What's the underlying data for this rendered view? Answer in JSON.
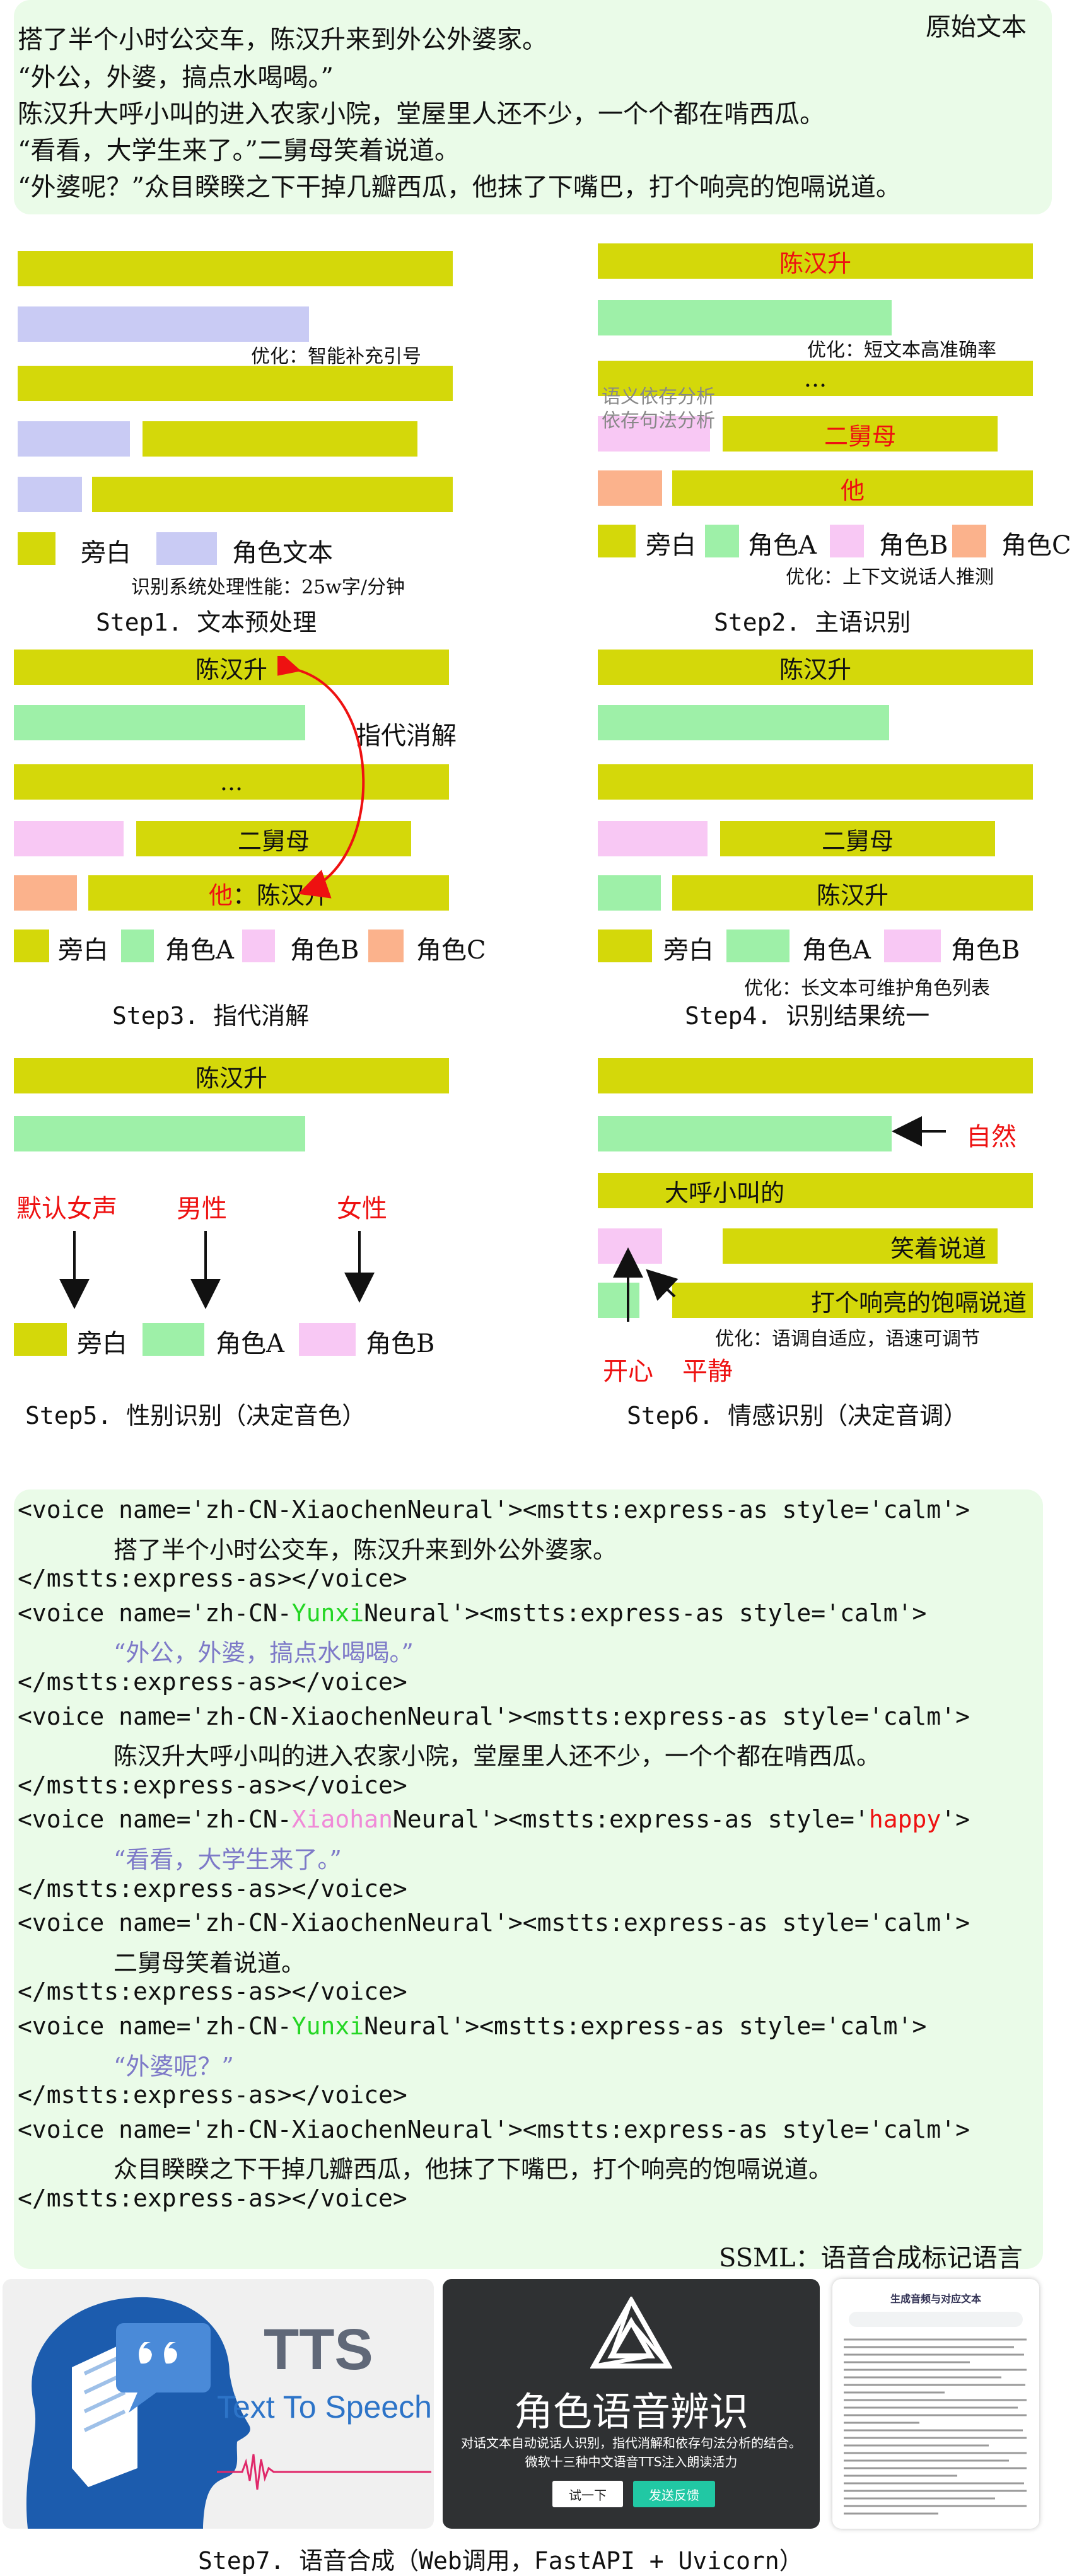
{
  "original": {
    "tag": "原始文本",
    "lines": [
      "搭了半个小时公交车，陈汉升来到外公外婆家。",
      "“外公，外婆，搞点水喝喝。”",
      "陈汉升大呼小叫的进入农家小院，堂屋里人还不少，一个个都在啃西瓜。",
      "“看看，大学生来了。”二舅母笑着说道。",
      "“外婆呢？”众目睽睽之下干掉几瓣西瓜，他抹了下嘴巴，打个响亮的饱嗝说道。"
    ]
  },
  "step1": {
    "caption": "Step1. 文本预处理",
    "note_opt": "优化：智能补充引号",
    "note_perf": "识别系统处理性能：25w字/分钟",
    "legend": [
      "旁白",
      "角色文本"
    ]
  },
  "step2": {
    "caption": "Step2. 主语识别",
    "bar1": "陈汉升",
    "bar2": "二舅母",
    "bar3": "他",
    "dots": "...",
    "note_opt": "优化：短文本高准确率",
    "side1": "语义依存分析",
    "side2": "依存句法分析",
    "note_ctx": "优化：上下文说话人推测",
    "legend": [
      "旁白",
      "角色A",
      "角色B",
      "角色C"
    ]
  },
  "step3": {
    "caption": "Step3. 指代消解",
    "bar1": "陈汉升",
    "dots": "...",
    "bar2": "二舅母",
    "bar3_red": "他",
    "bar3_rest": "：陈汉升",
    "arrow_label": "指代消解",
    "legend": [
      "旁白",
      "角色A",
      "角色B",
      "角色C"
    ]
  },
  "step4": {
    "caption": "Step4. 识别结果统一",
    "bar1": "陈汉升",
    "bar2": "二舅母",
    "bar3": "陈汉升",
    "note_opt": "优化：长文本可维护角色列表",
    "legend": [
      "旁白",
      "角色A",
      "角色B"
    ]
  },
  "step5": {
    "caption": "Step5. 性别识别（决定音色）",
    "bar1": "陈汉升",
    "labels": [
      "默认女声",
      "男性",
      "女性"
    ],
    "legend": [
      "旁白",
      "角色A",
      "角色B"
    ]
  },
  "step6": {
    "caption": "Step6. 情感识别（决定音调）",
    "bar_a": "大呼小叫的",
    "bar_b": "笑着说道",
    "bar_c": "打个响亮的饱嗝说道",
    "emo_natural": "自然",
    "emo_happy": "开心",
    "emo_calm": "平静",
    "note_opt": "优化：语调自适应，语速可调节"
  },
  "ssml": {
    "footer": "SSML：语音合成标记语言",
    "lines": [
      {
        "type": "tag",
        "parts": [
          [
            "<voice name='zh-CN-XiaochenNeural'><mstts:express-as style='calm'>",
            ""
          ]
        ]
      },
      {
        "type": "text",
        "parts": [
          [
            "搭了半个小时公交车，陈汉升来到外公外婆家。",
            ""
          ]
        ]
      },
      {
        "type": "tag",
        "parts": [
          [
            "</mstts:express-as></voice>",
            ""
          ]
        ]
      },
      {
        "type": "tag",
        "parts": [
          [
            "<voice name='zh-CN-",
            ""
          ],
          [
            "Yunxi",
            "green"
          ],
          [
            "Neural'><mstts:express-as style='calm'>",
            ""
          ]
        ]
      },
      {
        "type": "text",
        "parts": [
          [
            "“外公，外婆，搞点水喝喝。”",
            "quote"
          ]
        ]
      },
      {
        "type": "tag",
        "parts": [
          [
            "</mstts:express-as></voice>",
            ""
          ]
        ]
      },
      {
        "type": "tag",
        "parts": [
          [
            "<voice name='zh-CN-XiaochenNeural'><mstts:express-as style='calm'>",
            ""
          ]
        ]
      },
      {
        "type": "text",
        "parts": [
          [
            "陈汉升大呼小叫的进入农家小院，堂屋里人还不少，一个个都在啃西瓜。",
            ""
          ]
        ]
      },
      {
        "type": "tag",
        "parts": [
          [
            "</mstts:express-as></voice>",
            ""
          ]
        ]
      },
      {
        "type": "tag",
        "parts": [
          [
            "<voice name='zh-CN-",
            ""
          ],
          [
            "Xiaohan",
            "pink"
          ],
          [
            "Neural'><mstts:express-as style='",
            ""
          ],
          [
            "happy",
            "red"
          ],
          [
            "'>",
            ""
          ]
        ]
      },
      {
        "type": "text",
        "parts": [
          [
            "“看看，大学生来了。”",
            "quote"
          ]
        ]
      },
      {
        "type": "tag",
        "parts": [
          [
            "</mstts:express-as></voice>",
            ""
          ]
        ]
      },
      {
        "type": "tag",
        "parts": [
          [
            "<voice name='zh-CN-XiaochenNeural'><mstts:express-as style='calm'>",
            ""
          ]
        ]
      },
      {
        "type": "text",
        "parts": [
          [
            "二舅母笑着说道。",
            ""
          ]
        ]
      },
      {
        "type": "tag",
        "parts": [
          [
            "</mstts:express-as></voice>",
            ""
          ]
        ]
      },
      {
        "type": "tag",
        "parts": [
          [
            "<voice name='zh-CN-",
            ""
          ],
          [
            "Yunxi",
            "green"
          ],
          [
            "Neural'><mstts:express-as style='calm'>",
            ""
          ]
        ]
      },
      {
        "type": "text",
        "parts": [
          [
            "“外婆呢？”",
            "quote"
          ]
        ]
      },
      {
        "type": "tag",
        "parts": [
          [
            "</mstts:express-as></voice>",
            ""
          ]
        ]
      },
      {
        "type": "tag",
        "parts": [
          [
            "<voice name='zh-CN-XiaochenNeural'><mstts:express-as style='calm'>",
            ""
          ]
        ]
      },
      {
        "type": "text",
        "parts": [
          [
            "众目睽睽之下干掉几瓣西瓜，他抹了下嘴巴，打个响亮的饱嗝说道。",
            ""
          ]
        ]
      },
      {
        "type": "tag",
        "parts": [
          [
            "</mstts:express-as></voice>",
            ""
          ]
        ]
      }
    ]
  },
  "step7": {
    "caption": "Step7. 语音合成（Web调用，FastAPI + Uvicorn）",
    "tts_title": "TTS",
    "tts_subtitle": "Text To Speech",
    "banner_title": "角色语音辨识",
    "banner_desc1": "对话文本自动说话人识别，指代消解和依存句法分析的结合。",
    "banner_desc2": "微软十三种中文语音TTS注入朗读活力",
    "btn_try": "试一下",
    "btn_feedback": "发送反馈",
    "doc_title": "生成音频与对应文本"
  },
  "colors": {
    "narration": "#d4d80a",
    "role_text": "#c9cbf4",
    "role_a": "#9ef0a8",
    "role_b": "#f8c8f4",
    "role_c": "#fbb28c",
    "highlight_red": "#ee1111",
    "panel_bg": "#eafbe8"
  }
}
